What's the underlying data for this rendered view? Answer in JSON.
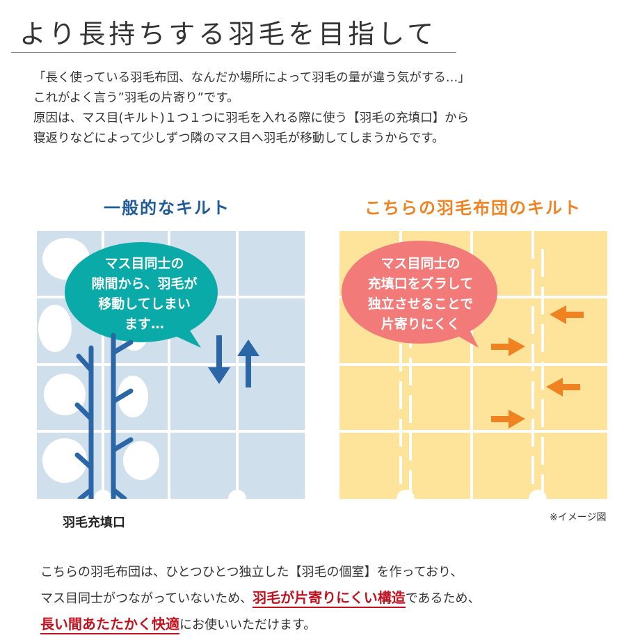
{
  "title": "より長持ちする羽毛を目指して",
  "intro": [
    "「長く使っている羽毛布団、なんだか場所によって羽毛の量が違う気がする…」",
    "これがよく言う”羽毛の片寄り”です。",
    "原因は、マス目(キルト)１つ１つに羽毛を入れる際に使う【羽毛の充填口】から",
    "寝返りなどによって少しずつ隣のマス目へ羽毛が移動してしまうからです。"
  ],
  "left_panel": {
    "heading": "一般的なキルト",
    "bubble_lines": [
      "マス目同士の",
      "隙間から、羽毛が",
      "移動してしまい",
      "ます…"
    ],
    "label": "羽毛充填口",
    "fill_color": "#cfe0ec",
    "bubble_color": "#0aaaa8",
    "branch_color": "#2b66a6"
  },
  "right_panel": {
    "heading": "こちらの羽毛布団のキルト",
    "bubble_lines": [
      "マス目同士の",
      "充填口をズラして",
      "独立させることで",
      "片寄りにくく"
    ],
    "fill_color": "#fde49a",
    "bubble_color": "#f27a78",
    "arrow_color": "#f08321"
  },
  "image_note": "※イメージ図",
  "bottom": {
    "line1": "こちらの羽毛布団は、ひとつひとつ独立した【羽毛の個室】を作っており、",
    "line2_prefix": "マス目同士がつながっていないため、",
    "line2_highlight": "羽毛が片寄りにくい構造",
    "line2_suffix": "であるため、",
    "line3_highlight": "長い間あたたかく快適",
    "line3_suffix": "にお使いいただけます。"
  }
}
